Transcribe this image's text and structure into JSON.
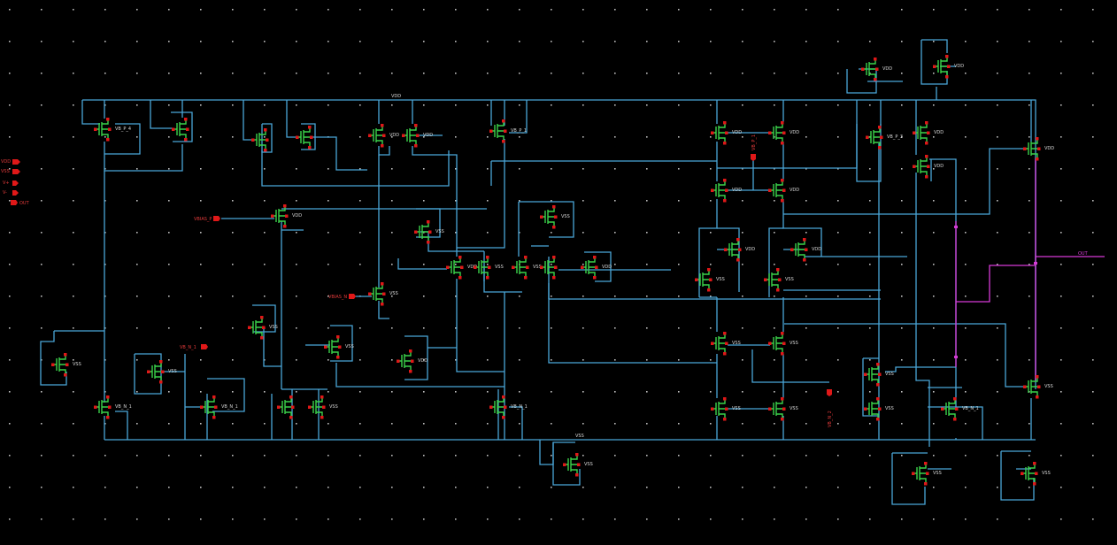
{
  "canvas": {
    "background": "#000000",
    "wire_color": "#4aa6d8",
    "device_color": "#3bd24a",
    "pin_color": "#e01818",
    "output_net_color": "#d63bd6",
    "label_color": "#d7d7d7"
  },
  "pins": {
    "vdd": "VDD",
    "vss": "VSS",
    "vplus": "V+",
    "vminus": "V-",
    "out": "OUT"
  },
  "nets": {
    "vdd_rail": "VDD",
    "vss_rail": "VSS",
    "out_net": "OUT",
    "vbias_p": "VBIAS_P",
    "vbias_n": "VBIAS_N",
    "vbias_n_1": "VB_N_1",
    "vb_p_1": "VB_P_1",
    "vb_n_2": "VB_N_2"
  },
  "labels": {
    "vdd": "VDD",
    "vss": "VSS",
    "vb_p_4": "VB_P_4",
    "vb_p_1": "VB_P_1",
    "vb_p_2": "VB_P_2",
    "vb_p_3": "VB_P_3",
    "vb_n_1": "VB_N_1"
  }
}
